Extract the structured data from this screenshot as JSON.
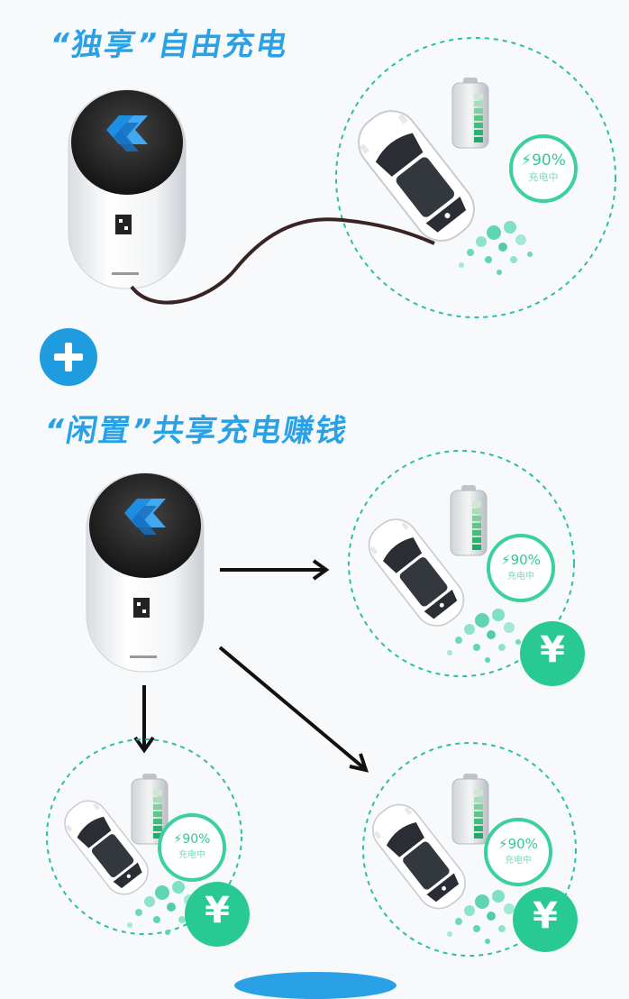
{
  "headings": {
    "exclusive": "“独享”自由充电",
    "shared": "“闲置”共享充电赚钱"
  },
  "charge_status": {
    "percent": "90%",
    "label": "充电中"
  },
  "currency_symbol": "¥",
  "colors": {
    "heading_blue": "#2aa1e6",
    "teal_green": "#2fc99a",
    "ring_dash": "#2bbfa8",
    "plus_blue": "#1f9be0",
    "logo_blue": "#1e8fe0"
  },
  "icons": [
    "plus-icon",
    "lightning-icon",
    "yen-icon",
    "battery-icon",
    "charger-logo-icon",
    "qr-code-icon",
    "arrow-icon"
  ]
}
